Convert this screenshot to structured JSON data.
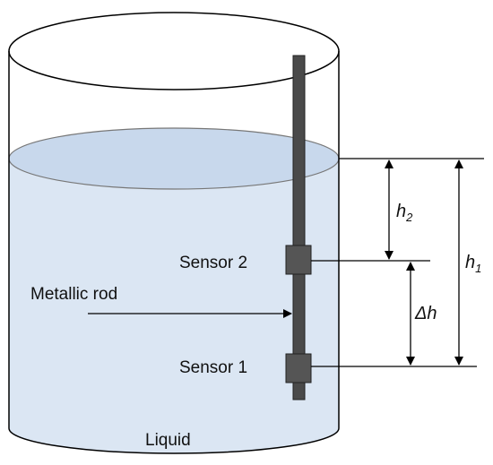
{
  "labels": {
    "sensor_2": "Sensor 2",
    "sensor_1": "Sensor 1",
    "metallic_rod": "Metallic rod",
    "liquid": "Liquid",
    "h1_main": "h",
    "h1_sub": "1",
    "h2_main": "h",
    "h2_sub": "2",
    "dh": "Δh"
  },
  "colors": {
    "liquid_fill": "#dbe6f3",
    "liquid_surface": "#c9d9ee",
    "outline": "#000000",
    "rod": "#4a4a4a",
    "sensor": "#555555"
  }
}
